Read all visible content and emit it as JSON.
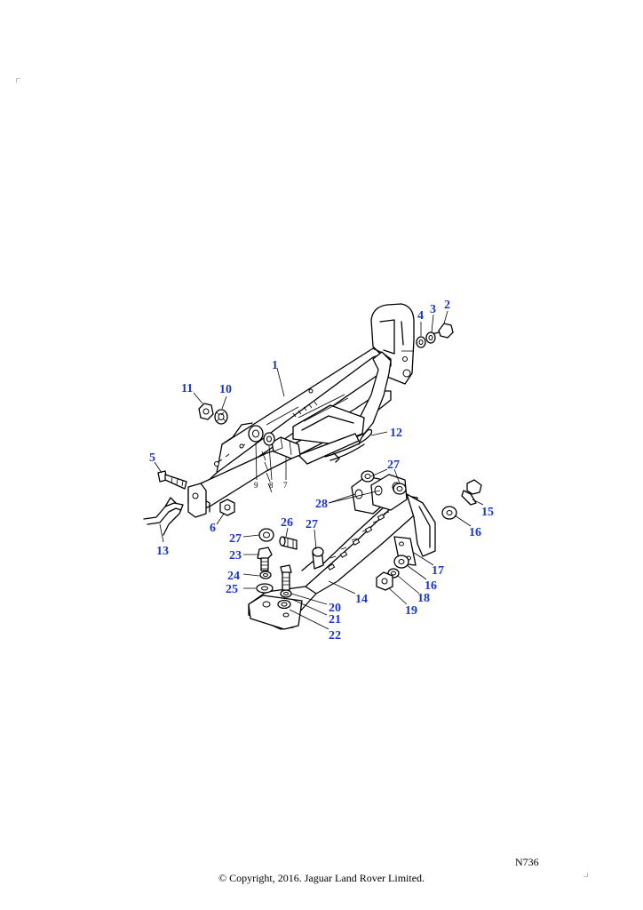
{
  "drawing": {
    "reference_code": "N736",
    "copyright": "© Copyright, 2016. Jaguar Land Rover Limited."
  },
  "callouts": {
    "c1": "1",
    "c2": "2",
    "c3": "3",
    "c4": "4",
    "c5": "5",
    "c6": "6",
    "c7": "7",
    "c8": "8",
    "c9": "9",
    "c10": "10",
    "c11": "11",
    "c12": "12",
    "c13": "13",
    "c14": "14",
    "c15": "15",
    "c16a": "16",
    "c16b": "16",
    "c17": "17",
    "c18": "18",
    "c19": "19",
    "c20": "20",
    "c21": "21",
    "c22": "22",
    "c23": "23",
    "c24": "24",
    "c25": "25",
    "c26": "26",
    "c27a": "27",
    "c27b": "27",
    "c27c": "27",
    "c28": "28"
  },
  "colors": {
    "callout": "#1a35c8",
    "line": "#000000"
  }
}
